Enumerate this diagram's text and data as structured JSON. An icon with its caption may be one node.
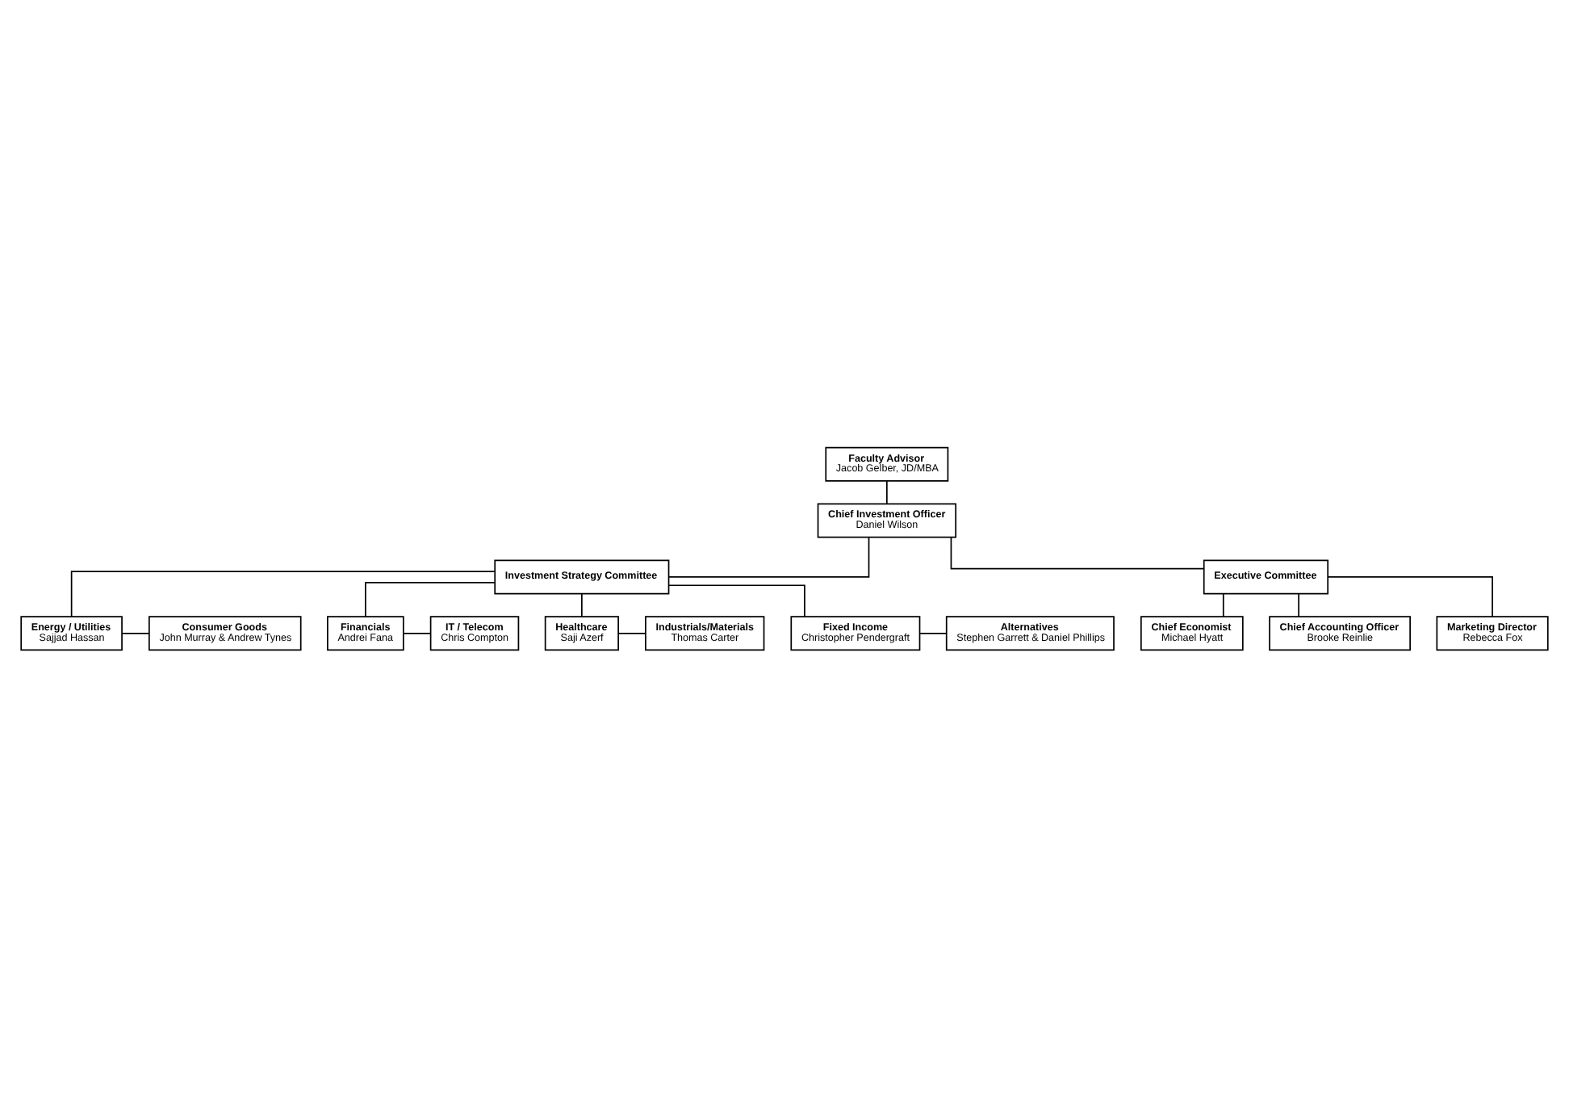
{
  "diagram": {
    "nodes": [
      {
        "text": [
          "Faculty Advisor",
          "Jacob Gelber, JD/MBA"
        ]
      },
      {
        "text": [
          "Chief Investment Officer",
          "Daniel Wilson"
        ]
      },
      {
        "text": [
          "Investment Strategy Committee"
        ]
      },
      {
        "text": [
          "Executive Committee"
        ]
      },
      {
        "text": [
          "Energy / Utilities",
          "Sajjad Hassan"
        ]
      },
      {
        "text": [
          "Consumer Goods",
          "John Murray & Andrew Tynes"
        ]
      },
      {
        "text": [
          "Financials",
          "Andrei Fana"
        ]
      },
      {
        "text": [
          "IT / Telecom",
          "Chris Compton"
        ]
      },
      {
        "text": [
          "Healthcare",
          "Saji Azerf"
        ]
      },
      {
        "text": [
          "Industrials/Materials",
          "Thomas Carter"
        ]
      },
      {
        "text": [
          "Fixed Income",
          "Christopher Pendergraft"
        ]
      },
      {
        "text": [
          "Alternatives",
          "Stephen Garrett & Daniel Phillips"
        ]
      },
      {
        "text": [
          "Chief Economist",
          "Michael Hyatt"
        ]
      },
      {
        "text": [
          "Chief Accounting Officer",
          "Brooke Reinlie"
        ]
      },
      {
        "text": [
          "Marketing Director",
          "Rebecca Fox"
        ]
      }
    ],
    "edges": [
      {
        "from": 0,
        "to": 1,
        "arrow": "none"
      },
      {
        "from": 1,
        "to": 2,
        "arrow": "none"
      },
      {
        "from": 1,
        "to": 3,
        "arrow": "none"
      },
      {
        "from": 2,
        "to": 4,
        "arrow": "none"
      },
      {
        "from": 2,
        "to": 6,
        "arrow": "none"
      },
      {
        "from": 2,
        "to": 8,
        "arrow": "none"
      },
      {
        "from": 2,
        "to": 10,
        "arrow": "none"
      },
      {
        "from": 4,
        "to": 5,
        "arrow": "none"
      },
      {
        "from": 6,
        "to": 7,
        "arrow": "none"
      },
      {
        "from": 8,
        "to": 9,
        "arrow": "none"
      },
      {
        "from": 10,
        "to": 11,
        "arrow": "none"
      },
      {
        "from": 3,
        "to": 12,
        "arrow": "none"
      },
      {
        "from": 3,
        "to": 13,
        "arrow": "none"
      },
      {
        "from": 3,
        "to": 14,
        "arrow": "none"
      }
    ]
  }
}
